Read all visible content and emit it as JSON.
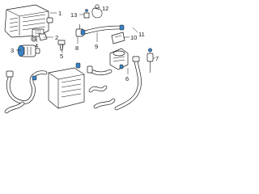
{
  "callouts": [
    {
      "id": "1",
      "text": "1"
    },
    {
      "id": "2",
      "text": "2"
    },
    {
      "id": "3",
      "text": "3"
    },
    {
      "id": "4",
      "text": "4"
    },
    {
      "id": "5",
      "text": "5"
    },
    {
      "id": "6",
      "text": "6"
    },
    {
      "id": "7",
      "text": "7"
    },
    {
      "id": "8",
      "text": "8"
    },
    {
      "id": "9",
      "text": "9"
    },
    {
      "id": "10",
      "text": "10"
    },
    {
      "id": "11",
      "text": "11"
    },
    {
      "id": "12",
      "text": "12"
    },
    {
      "id": "13",
      "text": "13"
    }
  ],
  "colors": {
    "accent": "#3b82c4",
    "line": "#1a1a1a"
  }
}
